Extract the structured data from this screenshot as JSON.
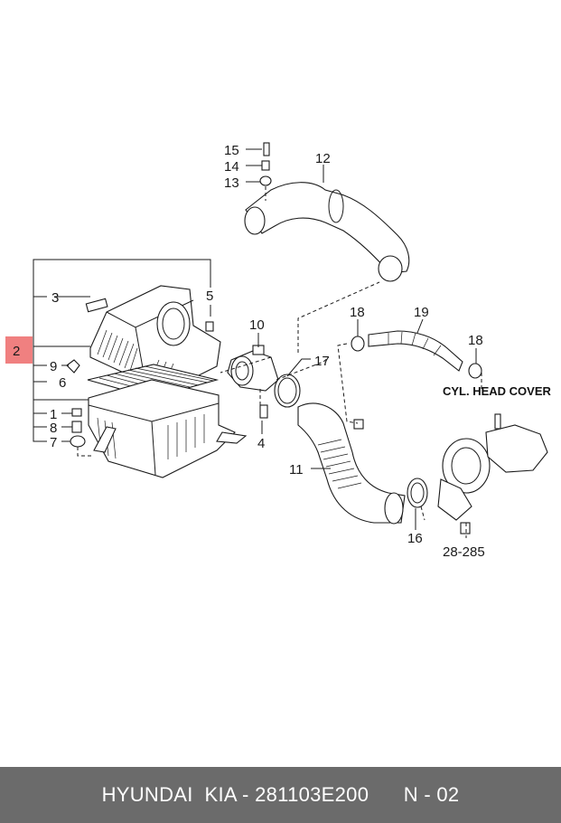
{
  "callouts": {
    "c1": "1",
    "c2": "2",
    "c3": "3",
    "c4": "4",
    "c5": "5",
    "c6": "6",
    "c7": "7",
    "c8": "8",
    "c9": "9",
    "c10": "10",
    "c11": "11",
    "c12": "12",
    "c13": "13",
    "c14": "14",
    "c15": "15",
    "c16": "16",
    "c17": "17",
    "c18a": "18",
    "c18b": "18",
    "c19": "19"
  },
  "annotations": {
    "cyl_head_cover": "CYL. HEAD COVER",
    "ref_28_285": "28-285"
  },
  "colors": {
    "highlight": "#f08080",
    "footer_bg": "#6b6b6b"
  },
  "footer": {
    "text": "HYUNDAI  KIA - 281103E200      N - 02"
  }
}
